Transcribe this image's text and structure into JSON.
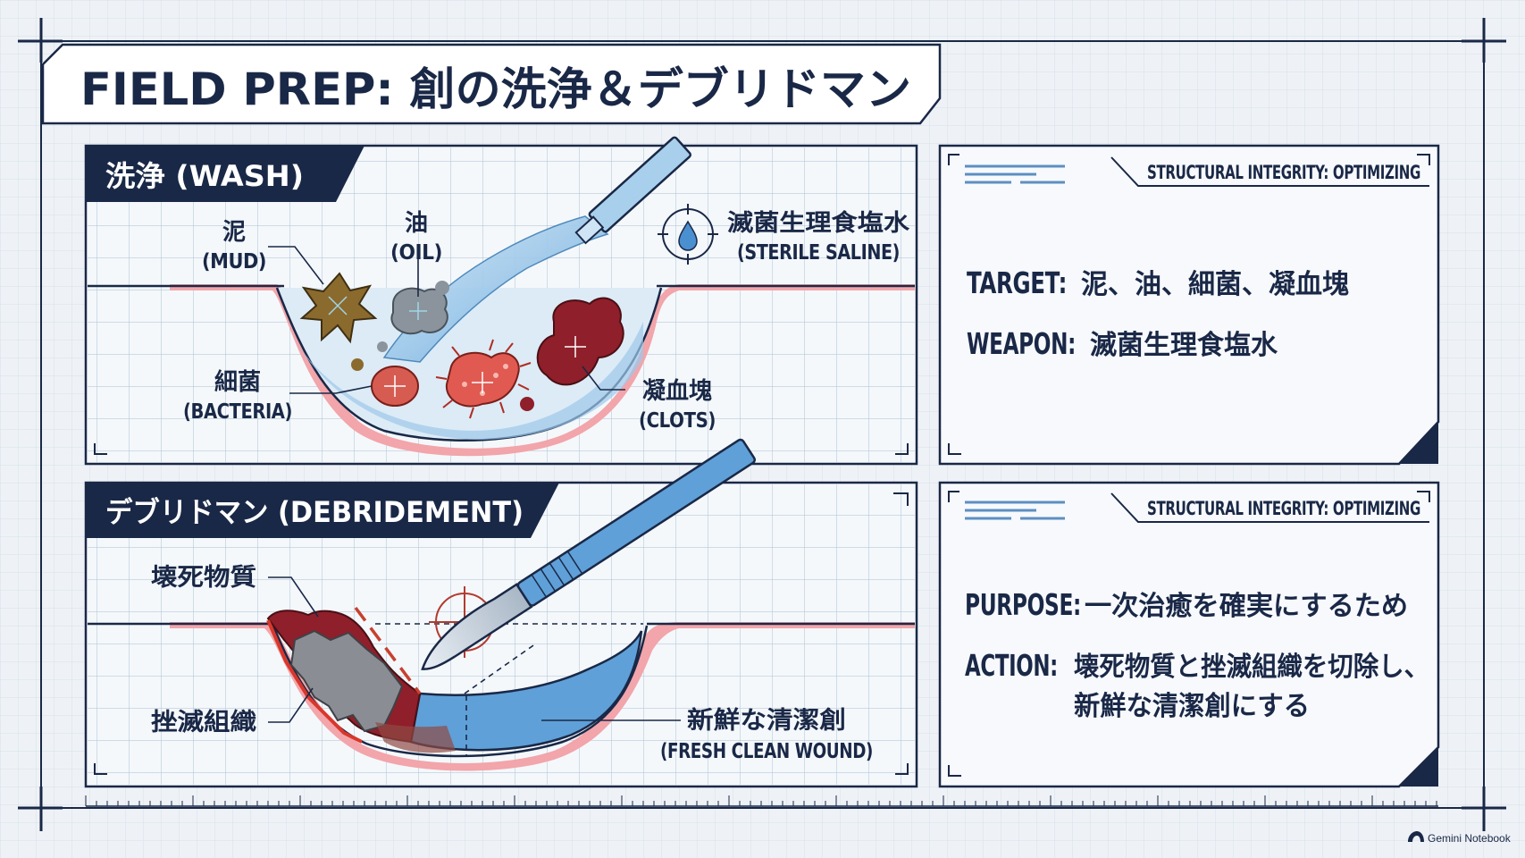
{
  "header": {
    "title": "FIELD PREP: 創の洗浄＆デブリドマン"
  },
  "wash": {
    "tab_label": "洗浄 (WASH)",
    "labels": {
      "mud_jp": "泥",
      "mud_en": "(MUD)",
      "oil_jp": "油",
      "oil_en": "(OIL)",
      "bacteria_jp": "細菌",
      "bacteria_en": "(BACTERIA)",
      "clots_jp": "凝血塊",
      "clots_en": "(CLOTS)",
      "saline_jp": "滅菌生理食塩水",
      "saline_en": "(STERILE SALINE)"
    }
  },
  "debridement": {
    "tab_label": "デブリドマン (DEBRIDEMENT)",
    "labels": {
      "necrotic": "壊死物質",
      "crushed": "挫滅組織",
      "fresh_jp": "新鮮な清潔創",
      "fresh_en": "(FRESH CLEAN WOUND)"
    }
  },
  "info_wash": {
    "status": "STRUCTURAL INTEGRITY: OPTIMIZING",
    "target_key": "TARGET:",
    "target_val": "泥、油、細菌、凝血塊",
    "weapon_key": "WEAPON:",
    "weapon_val": "滅菌生理食塩水"
  },
  "info_debride": {
    "status": "STRUCTURAL INTEGRITY: OPTIMIZING",
    "purpose_key": "PURPOSE:",
    "purpose_val": "一次治癒を確実にするため",
    "action_key": "ACTION:",
    "action_val_1": "壊死物質と挫滅組織を切除し、",
    "action_val_2": "新鮮な清潔創にする"
  },
  "footer": {
    "brand": "Gemini Notebook"
  },
  "colors": {
    "navy": "#1a2847",
    "grid": "#c9d6e3",
    "water": "#7fb6e0",
    "blood": "#8f1f2a",
    "skin": "#f2a5aa",
    "accent_red": "#c8402f"
  }
}
